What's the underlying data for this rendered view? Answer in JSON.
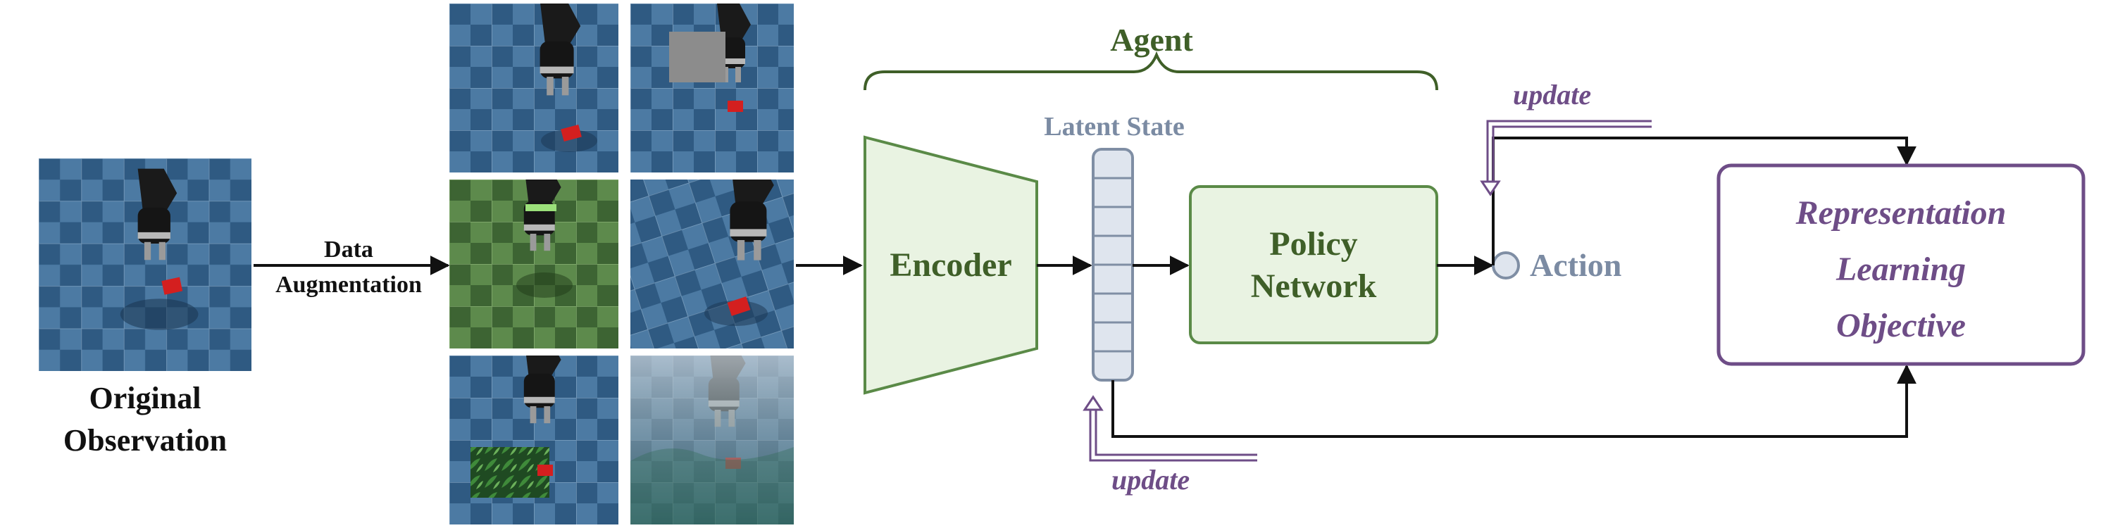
{
  "original": {
    "caption_line1": "Original",
    "caption_line2": "Observation"
  },
  "augmentation": {
    "label_line1": "Data",
    "label_line2": "Augmentation",
    "tile_styles": [
      "plain",
      "cutout-gray",
      "color-green",
      "rotated",
      "random-texture",
      "background-overlay"
    ]
  },
  "agent": {
    "label": "Agent",
    "encoder_label": "Encoder",
    "latent_label": "Latent State",
    "latent_cells": 8,
    "policy_line1": "Policy",
    "policy_line2": "Network",
    "action_label": "Action"
  },
  "objective": {
    "line1": "Representation",
    "line2": "Learning",
    "line3": "Objective"
  },
  "updates": {
    "top_label": "update",
    "bottom_label": "update"
  },
  "colors": {
    "agent_green": "#3f5f28",
    "box_fill": "#e9f3e2",
    "box_stroke": "#5a8a47",
    "latent_fill": "#dfe5ee",
    "latent_stroke": "#7f8ea4",
    "latent_text": "#7b8ba3",
    "purple": "#6e4d87",
    "tile_blue": "#3e6a90",
    "tile_green": "#4e7a40"
  }
}
